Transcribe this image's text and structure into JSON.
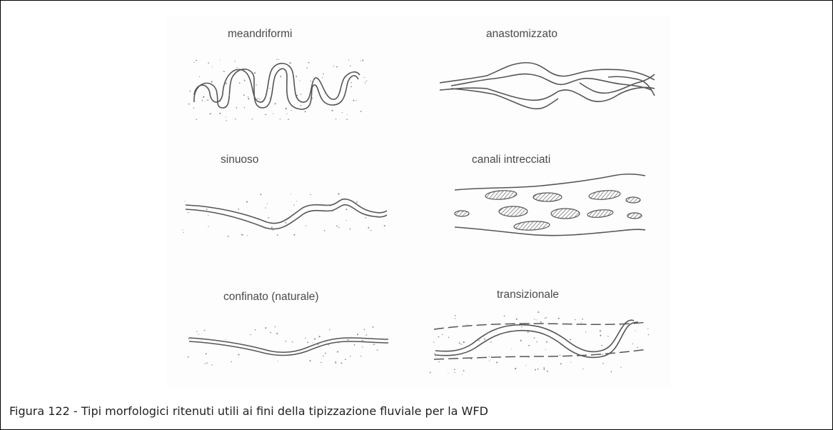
{
  "figure": {
    "panels": [
      {
        "key": "meandriformi",
        "label": "meandriformi"
      },
      {
        "key": "anastomizzato",
        "label": "anastomizzato"
      },
      {
        "key": "sinuoso",
        "label": "sinuoso"
      },
      {
        "key": "canali_intrecciati",
        "label": "canali intrecciati"
      },
      {
        "key": "confinato",
        "label": "confinato (naturale)"
      },
      {
        "key": "transizionale",
        "label": "transizionale"
      }
    ]
  },
  "caption": "Figura 122 - Tipi morfologici ritenuti utili ai fini della tipizzazione fluviale per la WFD",
  "colors": {
    "line": "#555555",
    "hatch": "#666666",
    "dots": "#888888",
    "border": "#000000"
  }
}
